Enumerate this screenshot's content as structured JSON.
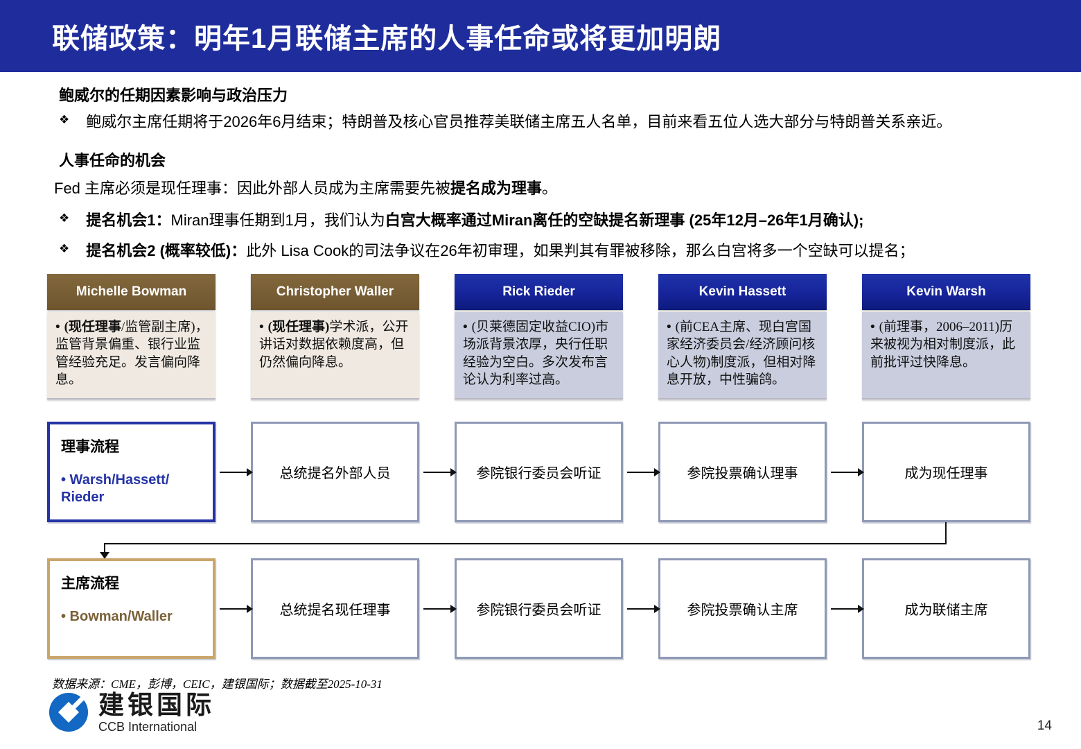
{
  "slide": {
    "title": "联储政策：明年1月联储主席的人事任命或将更加明朗",
    "page_number": "14"
  },
  "sections": {
    "bullet_marker": "❖",
    "s1_heading": "鲍威尔的任期因素影响与政治压力",
    "s1_bullet": "鲍威尔主席任期将于2026年6月结束；特朗普及核心官员推荐美联储主席五人名单，目前来看五位人选大部分与特朗普关系亲近。",
    "s2_heading": "人事任命的机会",
    "s2_line_normal": "Fed 主席必须是现任理事：因此外部人员成为主席需要先被",
    "s2_line_bold": "提名成为理事",
    "s2_line_end": "。",
    "b1_bold1": "提名机会1：",
    "b1_normal": "Miran理事任期到1月，我们认为",
    "b1_bold2": "白宫大概率通过Miran离任的空缺提名新理事 (25年12月–26年1月确认);",
    "b2_bold1": "提名机会2 (概率较低)：",
    "b2_normal": "此外 Lisa Cook的司法争议在26年初审理，如果判其有罪被移除，那么白宫将多一个空缺可以提名；"
  },
  "candidates": [
    {
      "name": "Michelle Bowman",
      "theme": "gold",
      "dot": "•",
      "bold": "(现任理事",
      "text": "/监管副主席)，监管背景偏重、银行业监管经验充足。发言偏向降息。"
    },
    {
      "name": "Christopher Waller",
      "theme": "gold",
      "dot": "•",
      "bold": "(现任理事)",
      "text": "学术派，公开讲话对数据依赖度高，但仍然偏向降息。"
    },
    {
      "name": "Rick Rieder",
      "theme": "blue",
      "dot": "•",
      "bold": "",
      "text": "(贝莱德固定收益CIO)市场派背景浓厚，央行任职经验为空白。多次发布言论认为利率过高。"
    },
    {
      "name": "Kevin Hassett",
      "theme": "blue",
      "dot": "•",
      "bold": "",
      "text": "(前CEA主席、现白宫国家经济委员会/经济顾问核心人物)制度派，但相对降息开放，中性骗鸽。"
    },
    {
      "name": "Kevin Warsh",
      "theme": "blue",
      "dot": "•",
      "bold": "",
      "text": "(前理事，2006–2011)历来被视为相对制度派，此前批评过快降息。"
    }
  ],
  "flows": [
    {
      "label": "理事流程",
      "names_line1": "• Warsh/Hassett/",
      "names_line2": "Rieder",
      "steps": [
        "总统提名外部人员",
        "参院银行委员会听证",
        "参院投票确认理事",
        "成为现任理事"
      ]
    },
    {
      "label": "主席流程",
      "names_line1": "• Bowman/Waller",
      "names_line2": "",
      "steps": [
        "总统提名现任理事",
        "参院银行委员会听证",
        "参院投票确认主席",
        "成为联储主席"
      ]
    }
  ],
  "footer": {
    "source": "数据来源：CME，彭博，CEIC，建银国际；数据截至2025-10-31",
    "logo_cn": "建银国际",
    "logo_en": "CCB International"
  },
  "colors": {
    "header_blue": "#1f2d9c",
    "card_blue_header": "#16249b",
    "card_gold_header": "#7b6137",
    "card_cream_body": "#efe9e1",
    "card_blue_body": "#c9cdde",
    "flow_border_gray": "#8e99b5",
    "flow_border_blue": "#2433a5",
    "flow_border_gold": "#c9a76c",
    "accent_brown_text": "#7b6137",
    "accent_blue_text": "#2433a5",
    "logo_blue": "#1268c2"
  }
}
